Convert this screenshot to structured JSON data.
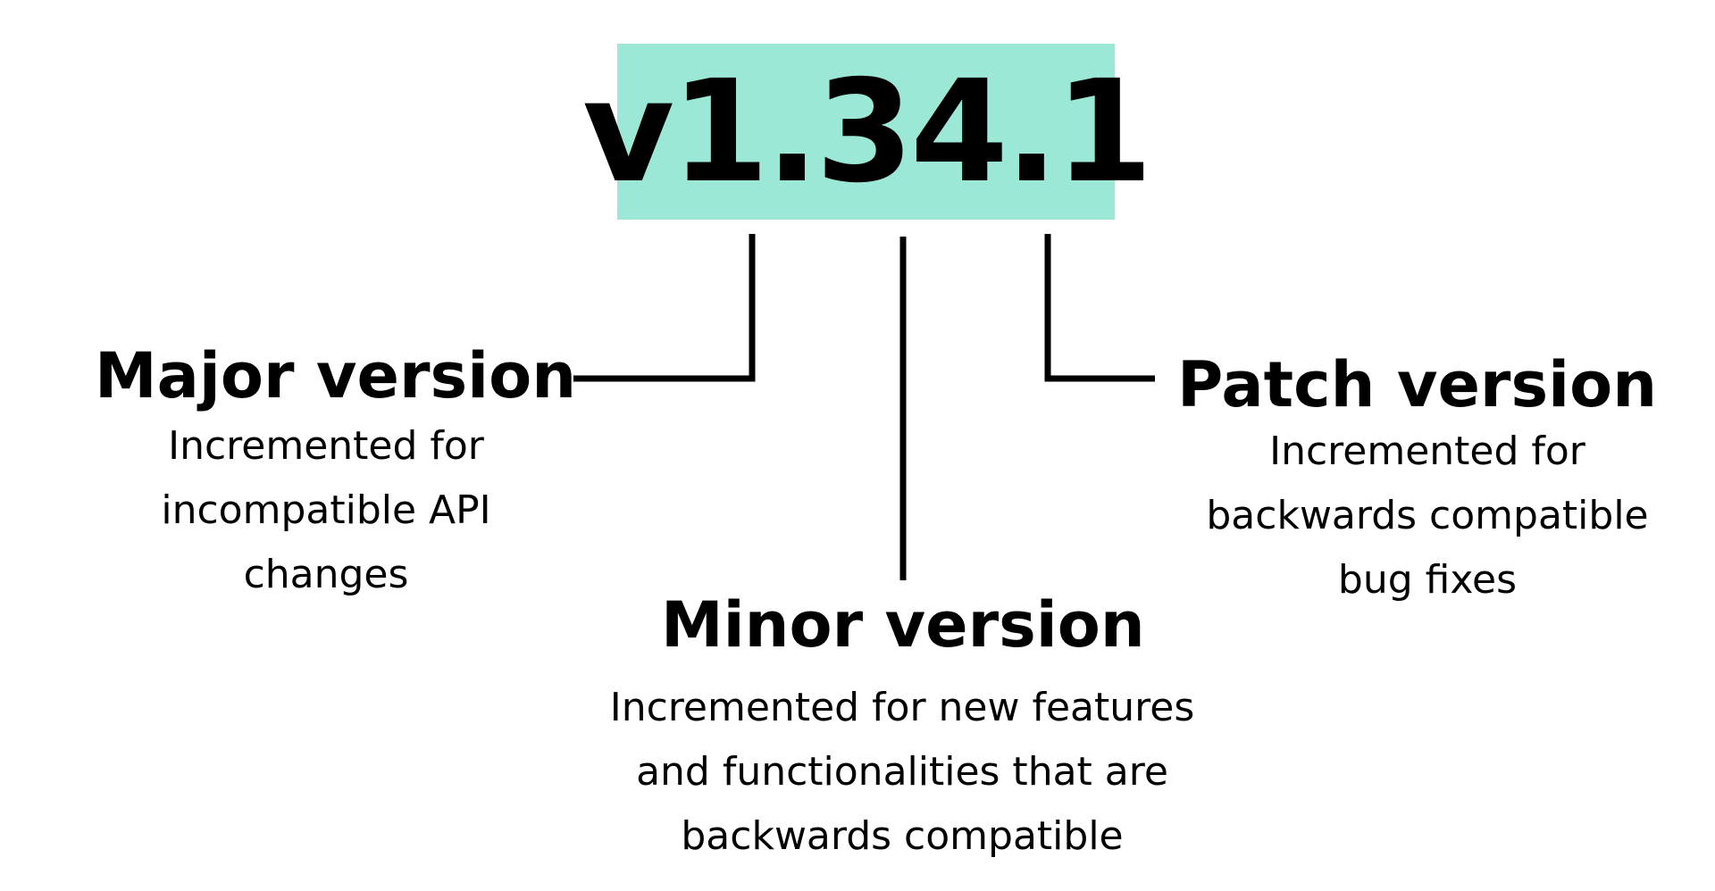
{
  "version": {
    "label": "v1.34.1",
    "box_color": "#9be8d7"
  },
  "major": {
    "title": "Major version",
    "description_lines": [
      "Incremented for",
      "incompatible API",
      "changes"
    ]
  },
  "minor": {
    "title": "Minor version",
    "description_lines": [
      "Incremented for new features",
      "and functionalities that are",
      "backwards compatible"
    ]
  },
  "patch": {
    "title": "Patch version",
    "description_lines": [
      "Incremented for",
      "backwards compatible",
      "bug fixes"
    ]
  },
  "colors": {
    "line": "#000000",
    "text": "#000000",
    "background": "#ffffff"
  }
}
